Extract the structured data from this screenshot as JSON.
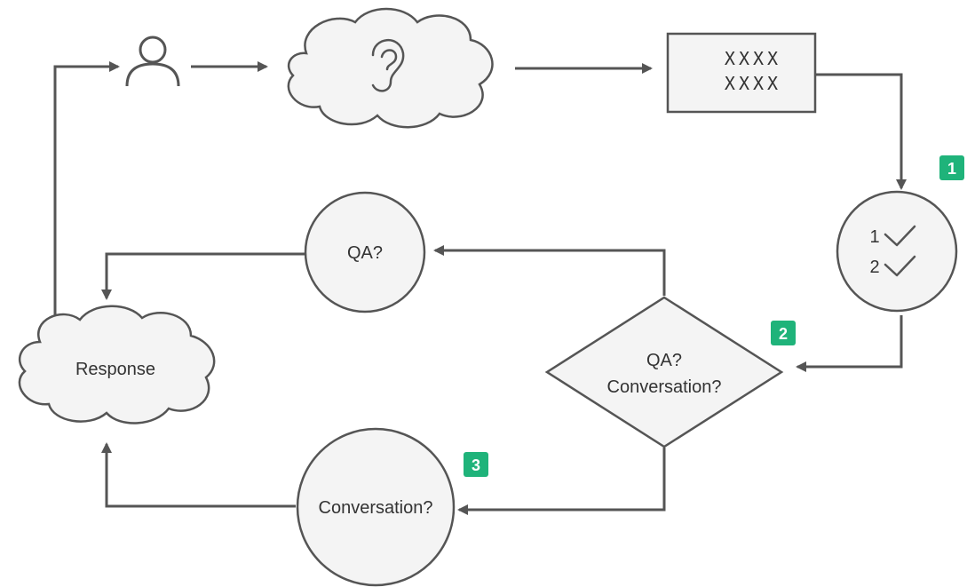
{
  "colors": {
    "stroke": "#555555",
    "shape_fill": "#f4f4f4",
    "badge": "#1fb37a",
    "text": "#333333"
  },
  "icons": {
    "user": "user-icon",
    "ear": "ear-icon",
    "check": "check-icon"
  },
  "input_box": {
    "row1": "XXXX",
    "row2": "XXXX"
  },
  "checklist": {
    "item1": "1",
    "item2": "2"
  },
  "badges": {
    "b1": "1",
    "b2": "2",
    "b3": "3"
  },
  "nodes": {
    "qa_circle": "QA?",
    "decision_line1": "QA?",
    "decision_line2": "Conversation?",
    "conversation_circle": "Conversation?",
    "response_cloud": "Response"
  }
}
